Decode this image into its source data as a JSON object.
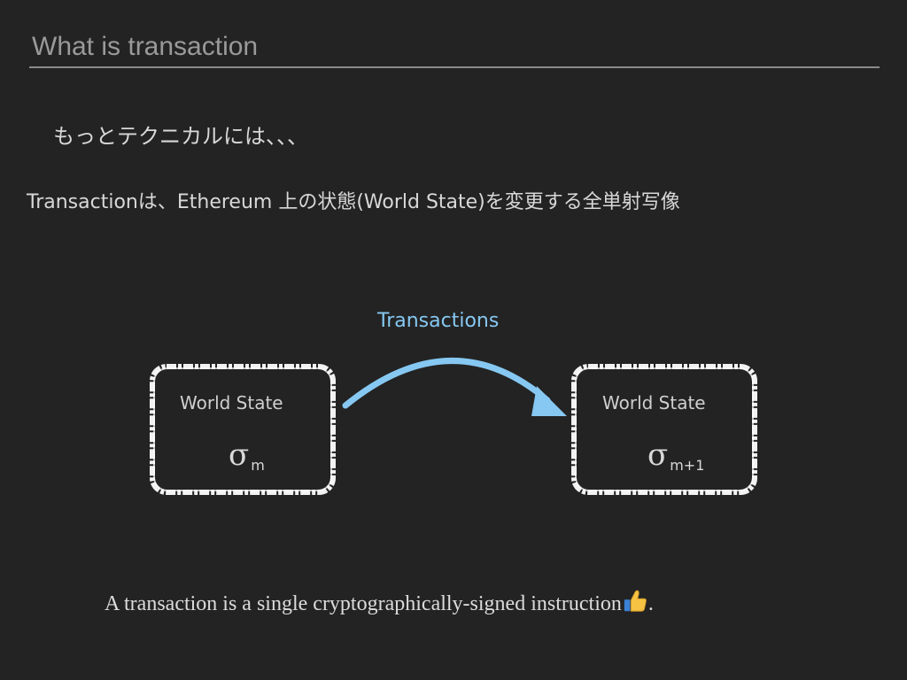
{
  "slide": {
    "title": "What is transaction",
    "subtitle": "もっとテクニカルには、、、",
    "definition": "Transactionは、Ethereum 上の状態(World State)を変更する全単射写像",
    "footer_text": "A transaction is a single cryptographically-signed instruction",
    "footer_period": ".",
    "footer_icon": "thumbs-up-icon"
  },
  "diagram": {
    "arrow_label": "Transactions",
    "arrow_color": "#86c8f2",
    "left_state": {
      "label": "World State",
      "symbol": "σ",
      "subscript": "m"
    },
    "right_state": {
      "label": "World State",
      "symbol": "σ",
      "subscript": "m+1"
    }
  }
}
